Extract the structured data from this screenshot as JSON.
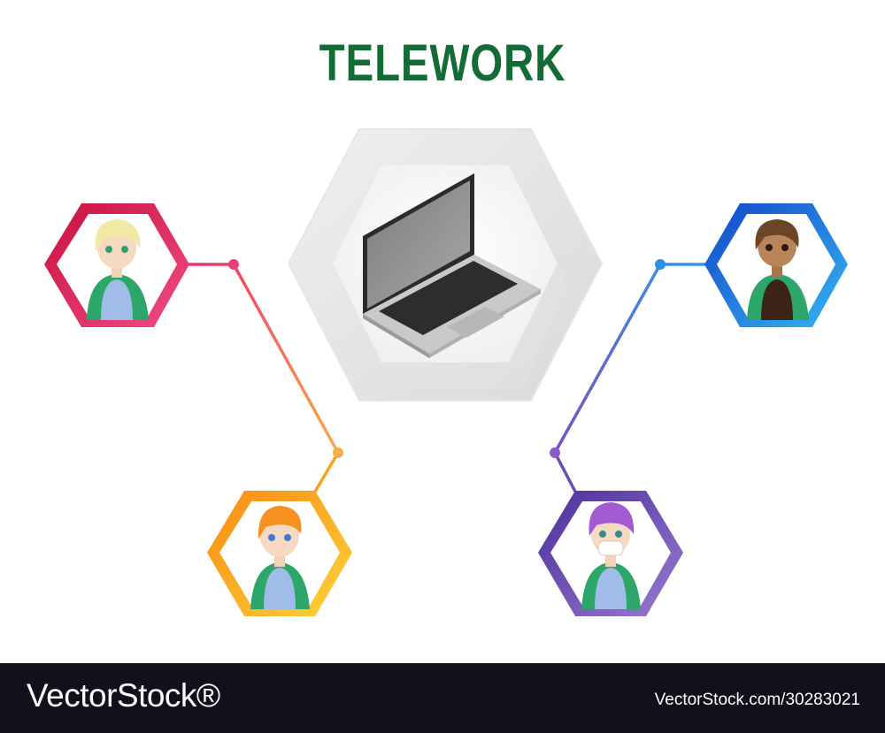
{
  "title": "TELEWORK",
  "colors": {
    "title": "#136b36",
    "pink": "#e0245e",
    "orange": "#f7a11a",
    "blue": "#1e7fd6",
    "purple": "#6d4db4",
    "footer_bg": "#11111c"
  },
  "center_icon": "laptop-icon",
  "people": [
    {
      "name": "top-left",
      "frame_color": "pink",
      "hair": "blonde",
      "mask": false
    },
    {
      "name": "bottom-left",
      "frame_color": "orange",
      "hair": "orange",
      "mask": false
    },
    {
      "name": "top-right",
      "frame_color": "blue",
      "hair": "brown",
      "mask": false
    },
    {
      "name": "bottom-right",
      "frame_color": "purple",
      "hair": "purple",
      "mask": true
    }
  ],
  "footer": {
    "brand": "VectorStock®",
    "image_id": "VectorStock.com/30283021"
  }
}
